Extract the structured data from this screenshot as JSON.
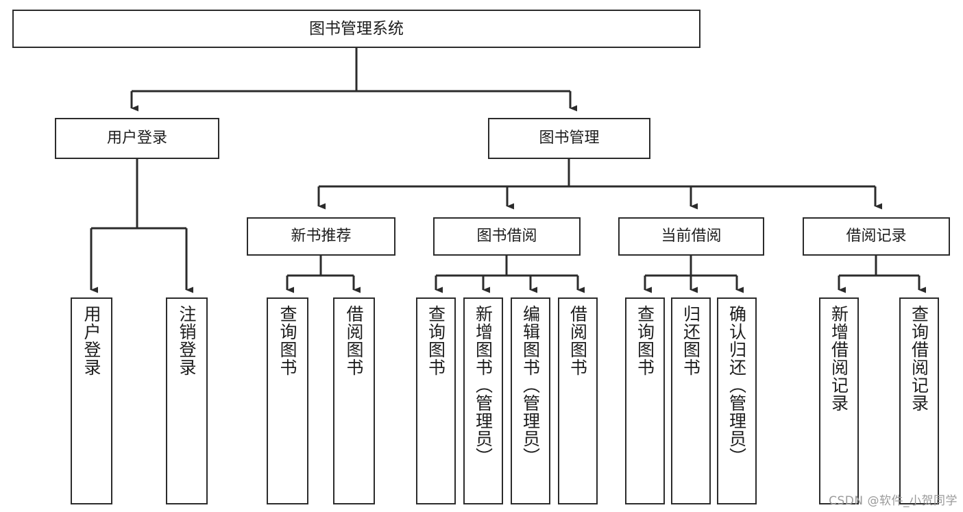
{
  "diagram": {
    "title": "图书管理系统",
    "type": "tree",
    "orientation": "top-down",
    "colors": {
      "node_border": "#2b2b2b",
      "node_fill": "#ffffff",
      "edge": "#2b2b2b",
      "text": "#1d1d1d",
      "background": "#ffffff",
      "watermark": "#9a9a9a"
    },
    "watermark": "CSDN @软件_小贺同学",
    "nodes": {
      "root": {
        "label": "图书管理系统",
        "level": 1
      },
      "user_login": {
        "label": "用户登录",
        "level": 2
      },
      "book_manage": {
        "label": "图书管理",
        "level": 2
      },
      "new_book_rec": {
        "label": "新书推荐",
        "level": 3
      },
      "book_borrow": {
        "label": "图书借阅",
        "level": 3
      },
      "current_borrow": {
        "label": "当前借阅",
        "level": 3
      },
      "borrow_record": {
        "label": "借阅记录",
        "level": 3
      },
      "leaf_user_login": {
        "label": "用户登录",
        "level": 4
      },
      "leaf_logout": {
        "label": "注销登录",
        "level": 4
      },
      "leaf_query_book_1": {
        "label": "查询图书",
        "level": 4
      },
      "leaf_borrow_book_1": {
        "label": "借阅图书",
        "level": 4
      },
      "leaf_query_book_2": {
        "label": "查询图书",
        "level": 4
      },
      "leaf_add_book": {
        "label": "新增图书（管理员）",
        "level": 4
      },
      "leaf_edit_book": {
        "label": "编辑图书（管理员）",
        "level": 4
      },
      "leaf_borrow_book_2": {
        "label": "借阅图书",
        "level": 4
      },
      "leaf_query_book_3": {
        "label": "查询图书",
        "level": 4
      },
      "leaf_return_book": {
        "label": "归还图书",
        "level": 4
      },
      "leaf_confirm_return": {
        "label": "确认归还（管理员）",
        "level": 4
      },
      "leaf_add_record": {
        "label": "新增借阅记录",
        "level": 4
      },
      "leaf_query_record": {
        "label": "查询借阅记录",
        "level": 4
      }
    },
    "edges": [
      {
        "from": "root",
        "to": "user_login"
      },
      {
        "from": "root",
        "to": "book_manage"
      },
      {
        "from": "user_login",
        "to": "leaf_user_login"
      },
      {
        "from": "user_login",
        "to": "leaf_logout"
      },
      {
        "from": "book_manage",
        "to": "new_book_rec"
      },
      {
        "from": "book_manage",
        "to": "book_borrow"
      },
      {
        "from": "book_manage",
        "to": "current_borrow"
      },
      {
        "from": "book_manage",
        "to": "borrow_record"
      },
      {
        "from": "new_book_rec",
        "to": "leaf_query_book_1"
      },
      {
        "from": "new_book_rec",
        "to": "leaf_borrow_book_1"
      },
      {
        "from": "book_borrow",
        "to": "leaf_query_book_2"
      },
      {
        "from": "book_borrow",
        "to": "leaf_add_book"
      },
      {
        "from": "book_borrow",
        "to": "leaf_edit_book"
      },
      {
        "from": "book_borrow",
        "to": "leaf_borrow_book_2"
      },
      {
        "from": "current_borrow",
        "to": "leaf_query_book_3"
      },
      {
        "from": "current_borrow",
        "to": "leaf_return_book"
      },
      {
        "from": "current_borrow",
        "to": "leaf_confirm_return"
      },
      {
        "from": "borrow_record",
        "to": "leaf_add_record"
      },
      {
        "from": "borrow_record",
        "to": "leaf_query_record"
      }
    ]
  }
}
